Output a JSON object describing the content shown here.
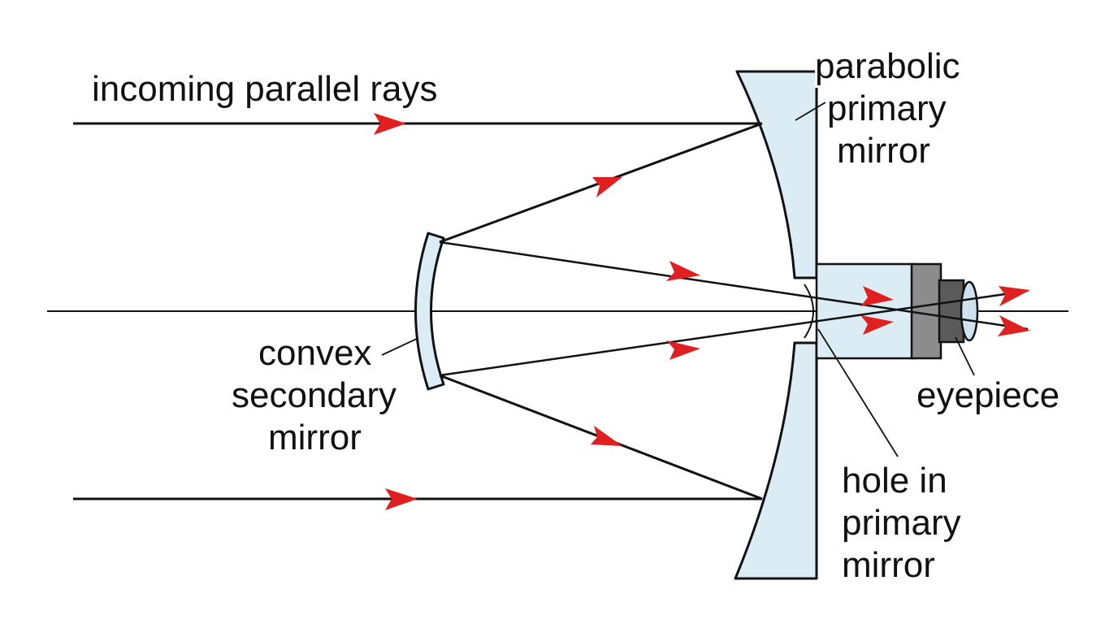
{
  "colors": {
    "ray": "#111111",
    "arrow": "#e02020",
    "glass": "#dcecf5",
    "eyepiece_body": "#8c8c8c",
    "eyepiece_dark": "#5a5a5a",
    "eyepiece_lens": "#cfe0ee",
    "background": "#ffffff"
  },
  "labels": {
    "incoming": "incoming parallel rays",
    "primary": [
      "parabolic",
      "primary",
      "mirror"
    ],
    "secondary": [
      "convex",
      "secondary",
      "mirror"
    ],
    "eyepiece": "eyepiece",
    "hole": [
      "hole in",
      "primary",
      "mirror"
    ]
  }
}
